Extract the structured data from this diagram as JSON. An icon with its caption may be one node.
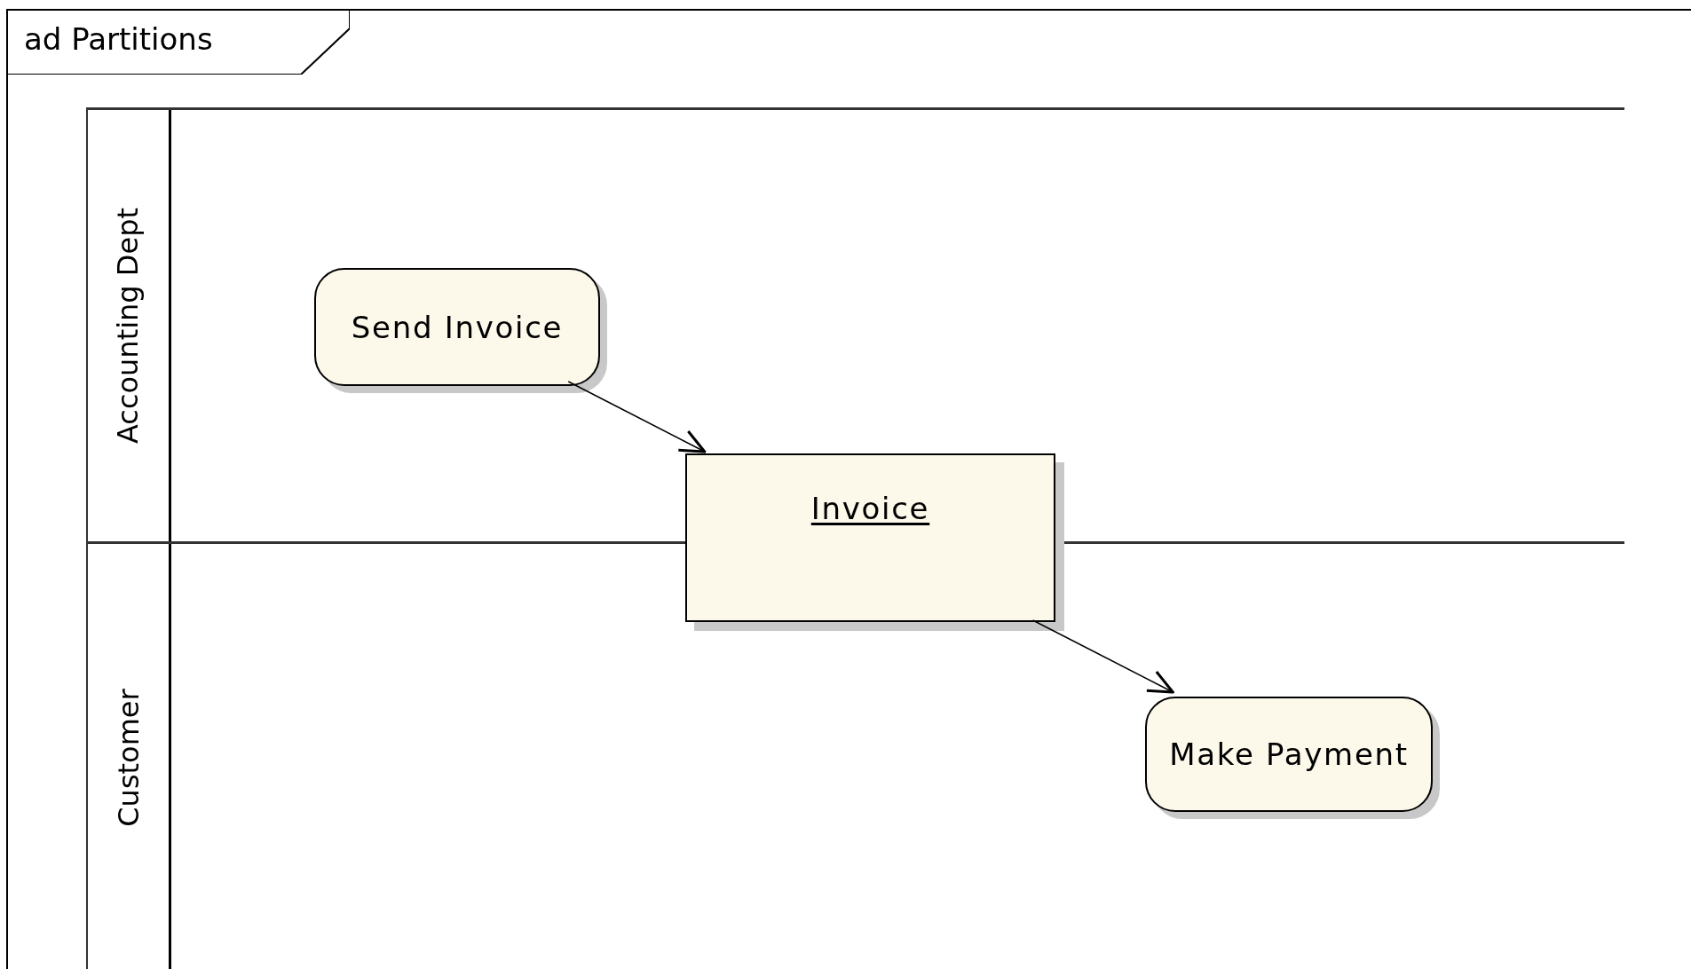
{
  "diagram": {
    "nodes": [
      {
        "text": [
          "ad Partitions"
        ]
      },
      {
        "text": [
          "Accounting Dept"
        ],
        "in": 0
      },
      {
        "text": [
          "Customer"
        ],
        "in": 0
      },
      {
        "text": [
          "Send Invoice"
        ],
        "in": 1
      },
      {
        "text": [
          "Invoice"
        ],
        "in": 0
      },
      {
        "text": [
          "Make Payment"
        ],
        "in": 2
      }
    ],
    "edges": [
      {
        "from": 3,
        "to": 4,
        "arrow": "to"
      },
      {
        "from": 4,
        "to": 5,
        "arrow": "to"
      }
    ]
  }
}
